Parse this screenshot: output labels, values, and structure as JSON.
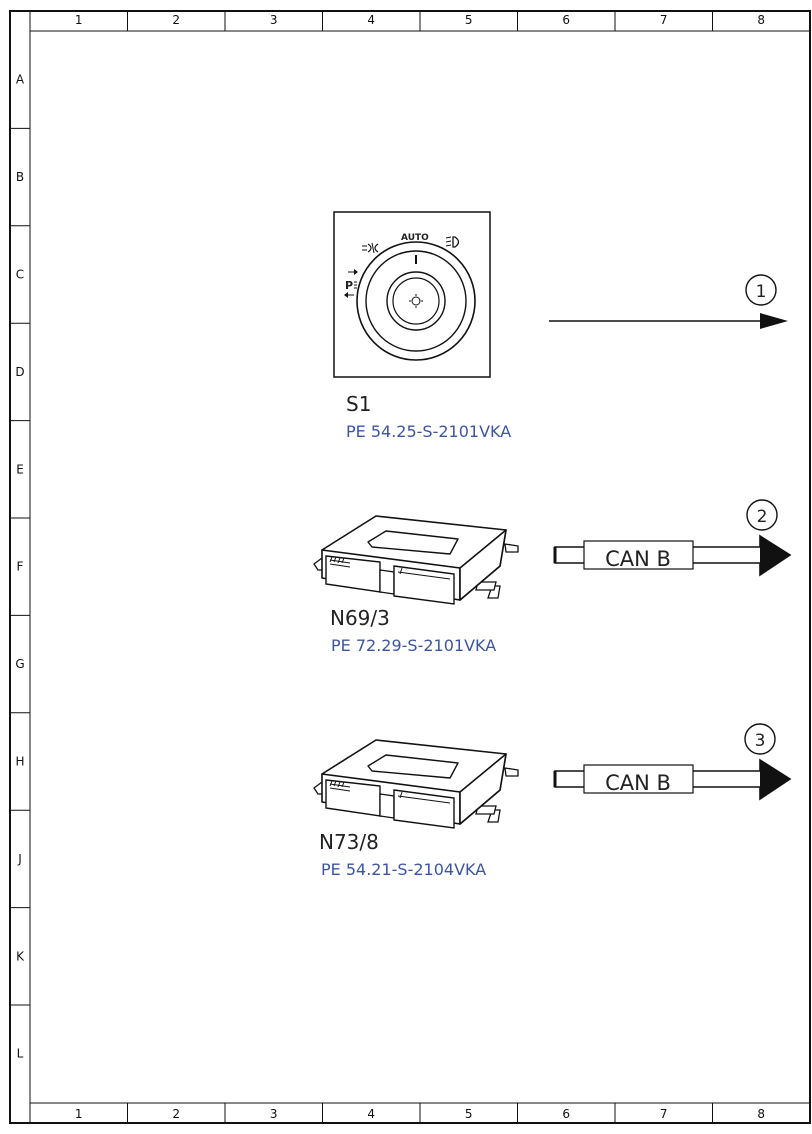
{
  "grid": {
    "columns": [
      "1",
      "2",
      "3",
      "4",
      "5",
      "6",
      "7",
      "8"
    ],
    "rows": [
      "A",
      "B",
      "C",
      "D",
      "E",
      "F",
      "G",
      "H",
      "J",
      "K",
      "L"
    ]
  },
  "components": [
    {
      "code": "S1",
      "reference": "PE 54.25-S-2101VKA",
      "icon": "light-switch-icon",
      "switch_labels": {
        "auto": "AUTO",
        "parking": "P"
      }
    },
    {
      "code": "N69/3",
      "reference": "PE 72.29-S-2101VKA",
      "icon": "control-unit-icon"
    },
    {
      "code": "N73/8",
      "reference": "PE 54.21-S-2104VKA",
      "icon": "control-unit-icon"
    }
  ],
  "connections": [
    {
      "number": "1",
      "type": "arrow"
    },
    {
      "number": "2",
      "type": "bus",
      "label": "CAN B"
    },
    {
      "number": "3",
      "type": "bus",
      "label": "CAN B"
    }
  ],
  "colors": {
    "reference_text": "#3b55a3",
    "line": "#111111"
  }
}
